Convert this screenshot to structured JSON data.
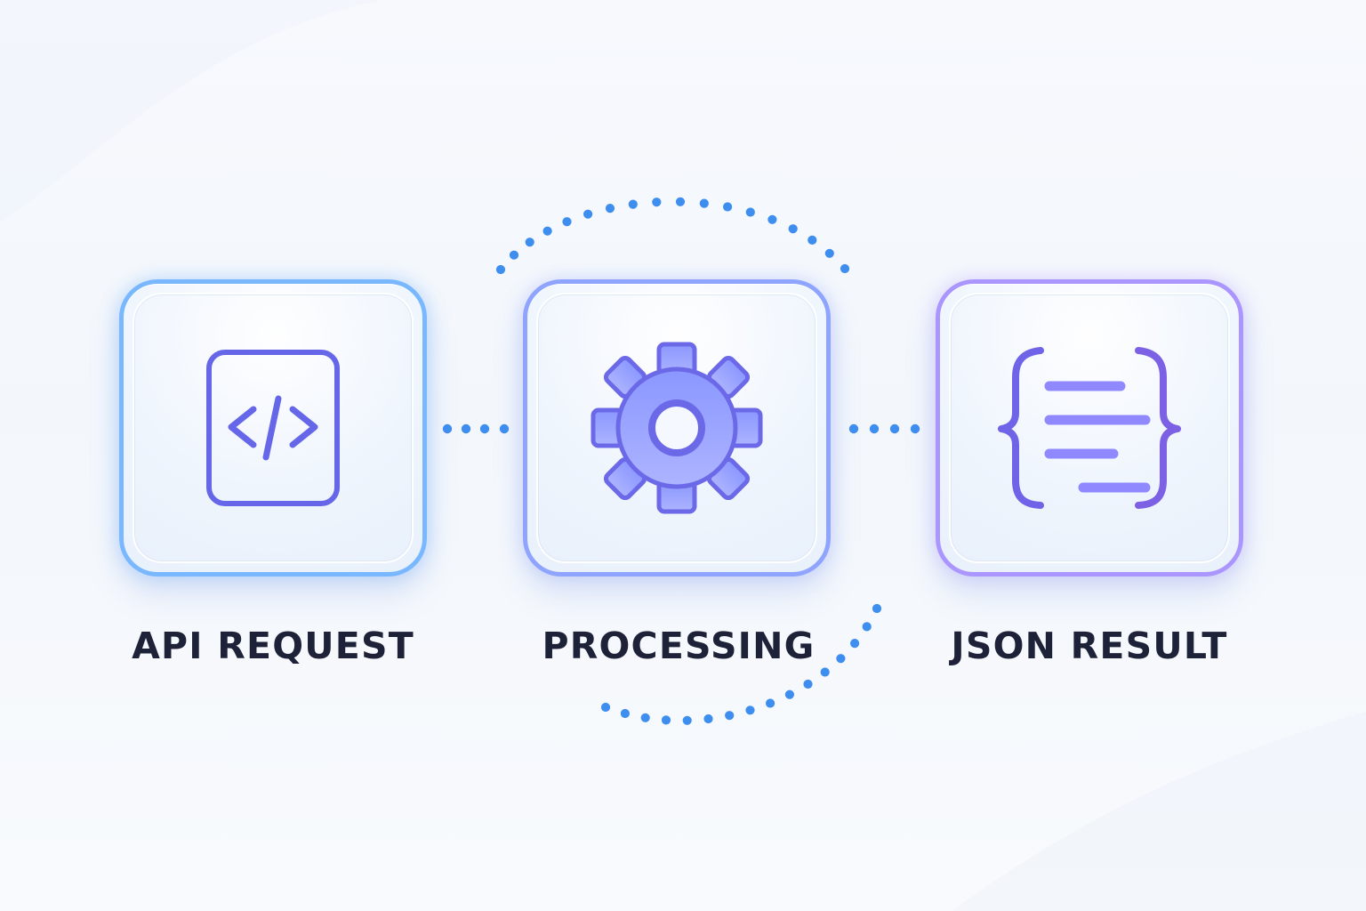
{
  "diagram": {
    "steps": [
      {
        "label": "API REQUEST",
        "icon": "code-icon",
        "accent": "#79b7ff",
        "icon_stroke": "#6566e8"
      },
      {
        "label": "PROCESSING",
        "icon": "gear-icon",
        "accent": "#8ea4ff",
        "icon_fill": "#9aa3ff",
        "icon_stroke": "#6c69e8"
      },
      {
        "label": "JSON RESULT",
        "icon": "json-brackets-icon",
        "accent": "#ab95ff",
        "icon_stroke": "#6f63e7",
        "line_color": "#8f88ff"
      }
    ],
    "connectors": {
      "dot_color": "#3e8ef0"
    },
    "background": {
      "base": "#f5f8fc",
      "soft_wave": "#edf2fa"
    }
  }
}
